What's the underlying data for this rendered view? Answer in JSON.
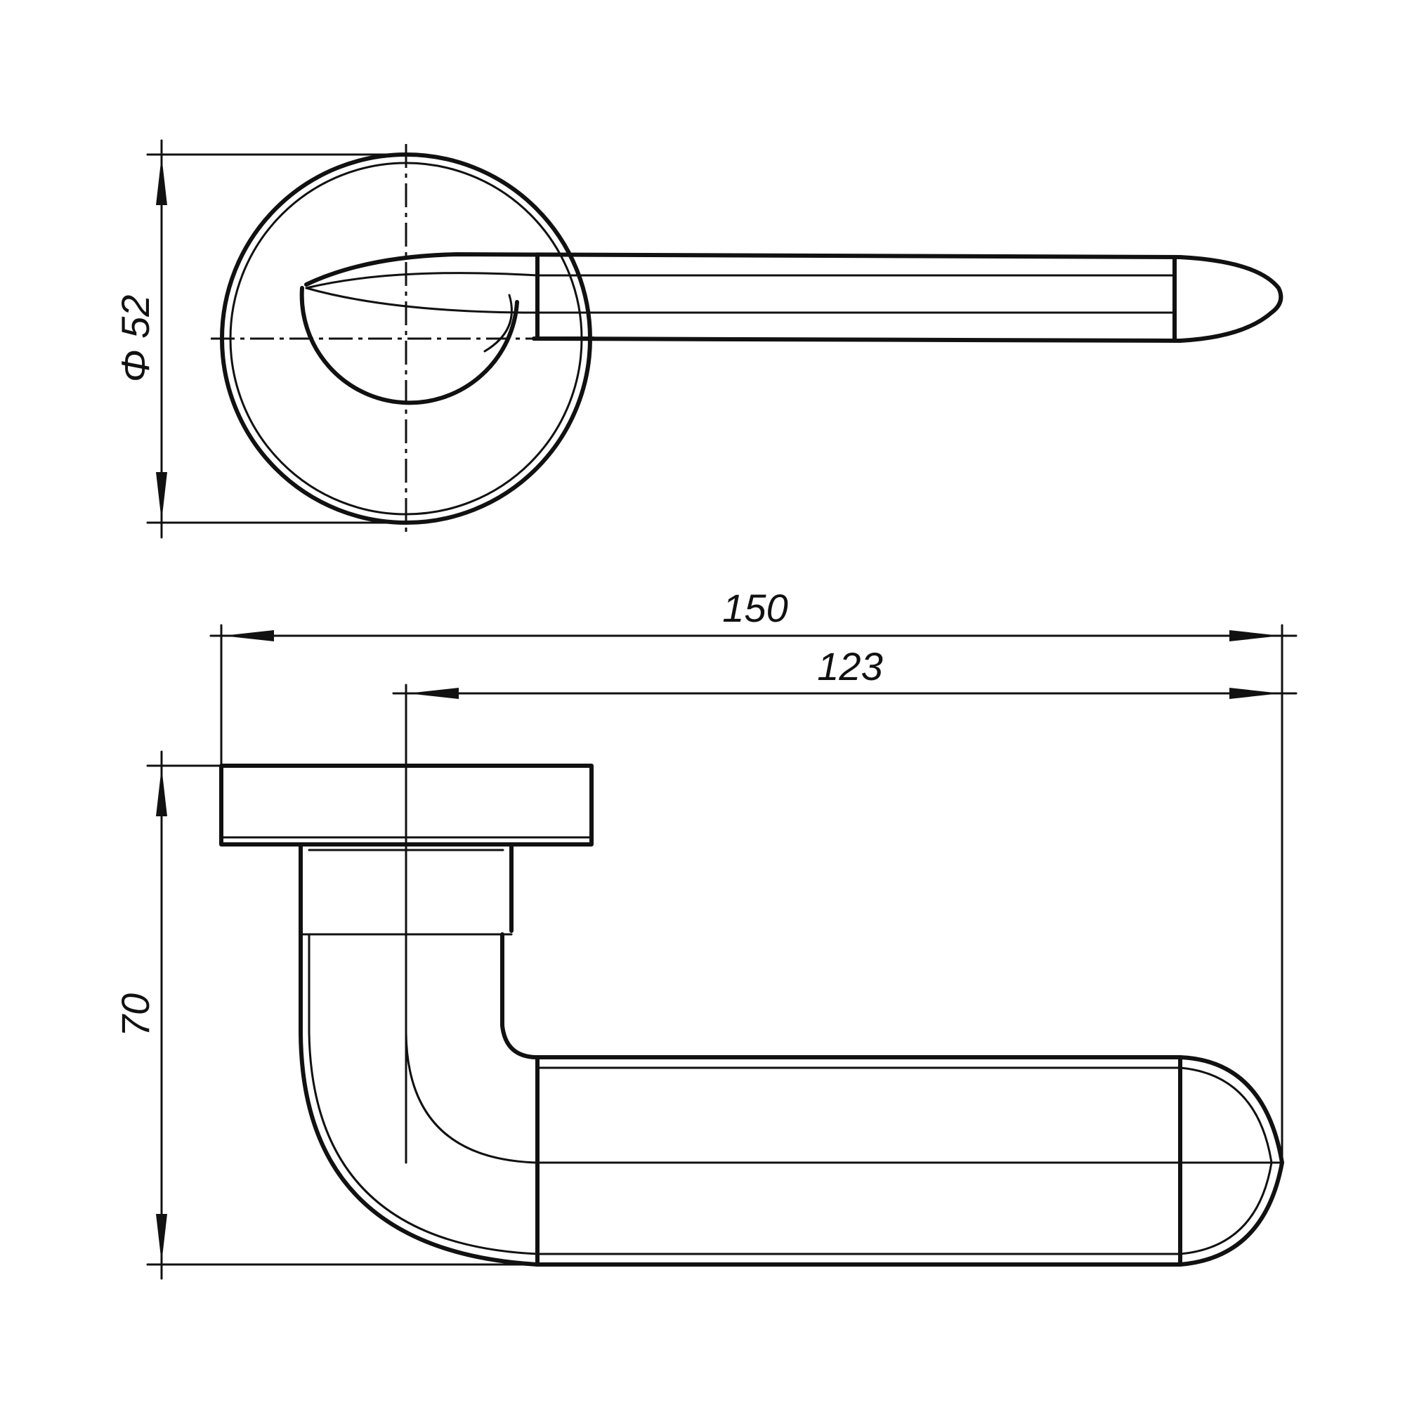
{
  "dimensions": {
    "rosette_diameter": "Φ 52",
    "overall_length": "150",
    "lever_length": "123",
    "height": "70"
  },
  "colors": {
    "line": "#111111",
    "background": "#ffffff"
  }
}
